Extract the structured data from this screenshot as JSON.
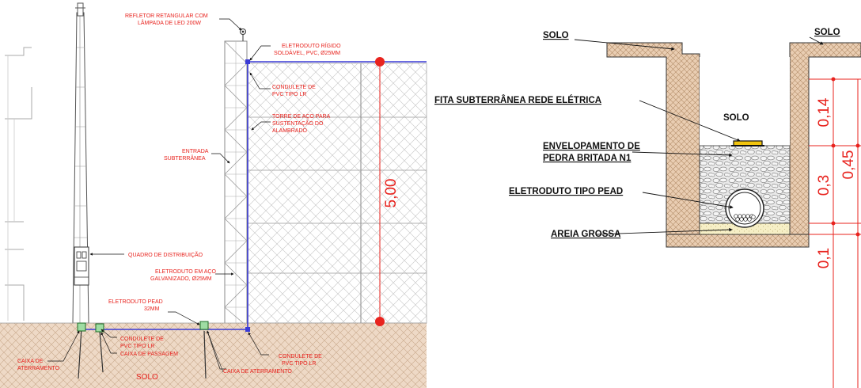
{
  "left_drawing": {
    "labels": {
      "refletor_1": "REFLETOR RETANGULAR COM",
      "refletor_2": "LÂMPADA DE LED 200W",
      "eletroduto_rigido_1": "ELETRODUTO RÍGIDO",
      "eletroduto_rigido_2": "SOLDÁVEL, PVC, Ø25MM",
      "condulete_top_1": "CONDULETE DE",
      "condulete_top_2": "PVC TIPO LR",
      "torre_1": "TORRE DE AÇO PARA",
      "torre_2": "SUSTENTAÇÃO DO",
      "torre_3": "ALAMBRADO",
      "entrada_1": "ENTRADA",
      "entrada_2": "SUBTERRÂNEA",
      "quadro": "QUADRO DE DISTRIBUIÇÃO",
      "eletroduto_aco_1": "ELETRODUTO EM AÇO",
      "eletroduto_aco_2": "GALVANIZADO, Ø25MM",
      "pead_1": "ELETRODUTO PEAD",
      "pead_2": "32MM",
      "condulete_mid_1": "CONDULETE DE",
      "condulete_mid_2": "PVC TIPO LR",
      "caixa_passagem": "CAIXA DE PASSAGEM",
      "caixa_aterr_left_1": "CAIXA DE",
      "caixa_aterr_left_2": "ATERRAMENTO",
      "caixa_aterr_mid": "CAIXA DE ATERRAMENTO",
      "condulete_bot_1": "CONDULETE DE",
      "condulete_bot_2": "PVC TIPO LR",
      "solo": "SOLO"
    },
    "dimension": "5,00"
  },
  "right_drawing": {
    "labels": {
      "solo_left": "SOLO",
      "solo_right": "SOLO",
      "solo_center": "SOLO",
      "fita": "FITA SUBTERRÂNEA REDE ELÉTRICA",
      "envelopamento_1": "ENVELOPAMENTO DE",
      "envelopamento_2": "PEDRA BRITADA N1",
      "eletroduto_pead": "ELETRODUTO TIPO PEAD",
      "areia": "AREIA GROSSA"
    },
    "dimensions": {
      "d1": "0,14",
      "d2": "0,45",
      "d3": "0,3",
      "d4": "0,1"
    }
  },
  "colors": {
    "annotation_red": "#e8231e",
    "conduit_blue": "#3b3bd6",
    "soil_tan": "#e8d4c0",
    "sand_yellow": "#f4ecc0"
  }
}
